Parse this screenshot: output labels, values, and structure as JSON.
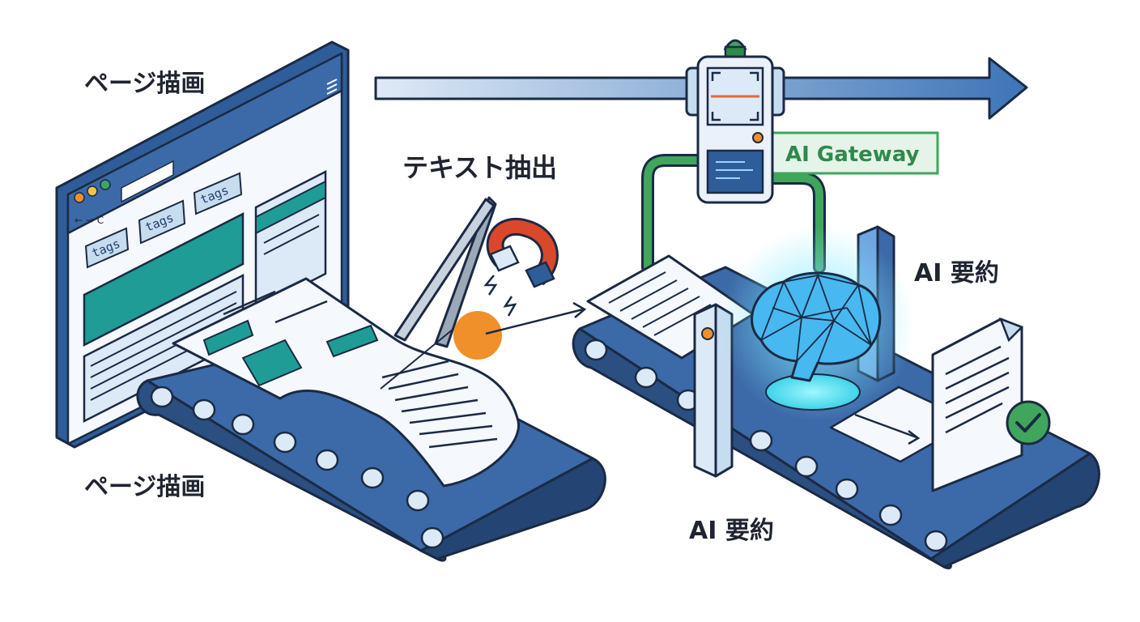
{
  "labels": {
    "page_render_top": "ページ描画",
    "page_render_bottom": "ページ描画",
    "text_extract": "テキスト抽出",
    "ai_summary_right": "AI 要約",
    "ai_summary_bottom": "AI 要約",
    "gateway": "AI Gateway"
  },
  "browser": {
    "nav": "← → C",
    "tags": [
      "tags",
      "tags",
      "tags"
    ]
  },
  "colors": {
    "navy": "#1f3f72",
    "blue": "#3a6fb0",
    "light_blue": "#dce9f6",
    "teal": "#1f9c96",
    "green": "#3fa65c",
    "orange": "#f0902a",
    "red": "#d9482b",
    "outline": "#1b2a44"
  },
  "icons": [
    "browser-window-icon",
    "tweezers-icon",
    "magnet-icon",
    "brain-icon",
    "document-icon",
    "check-circle-icon",
    "scanner-icon"
  ]
}
